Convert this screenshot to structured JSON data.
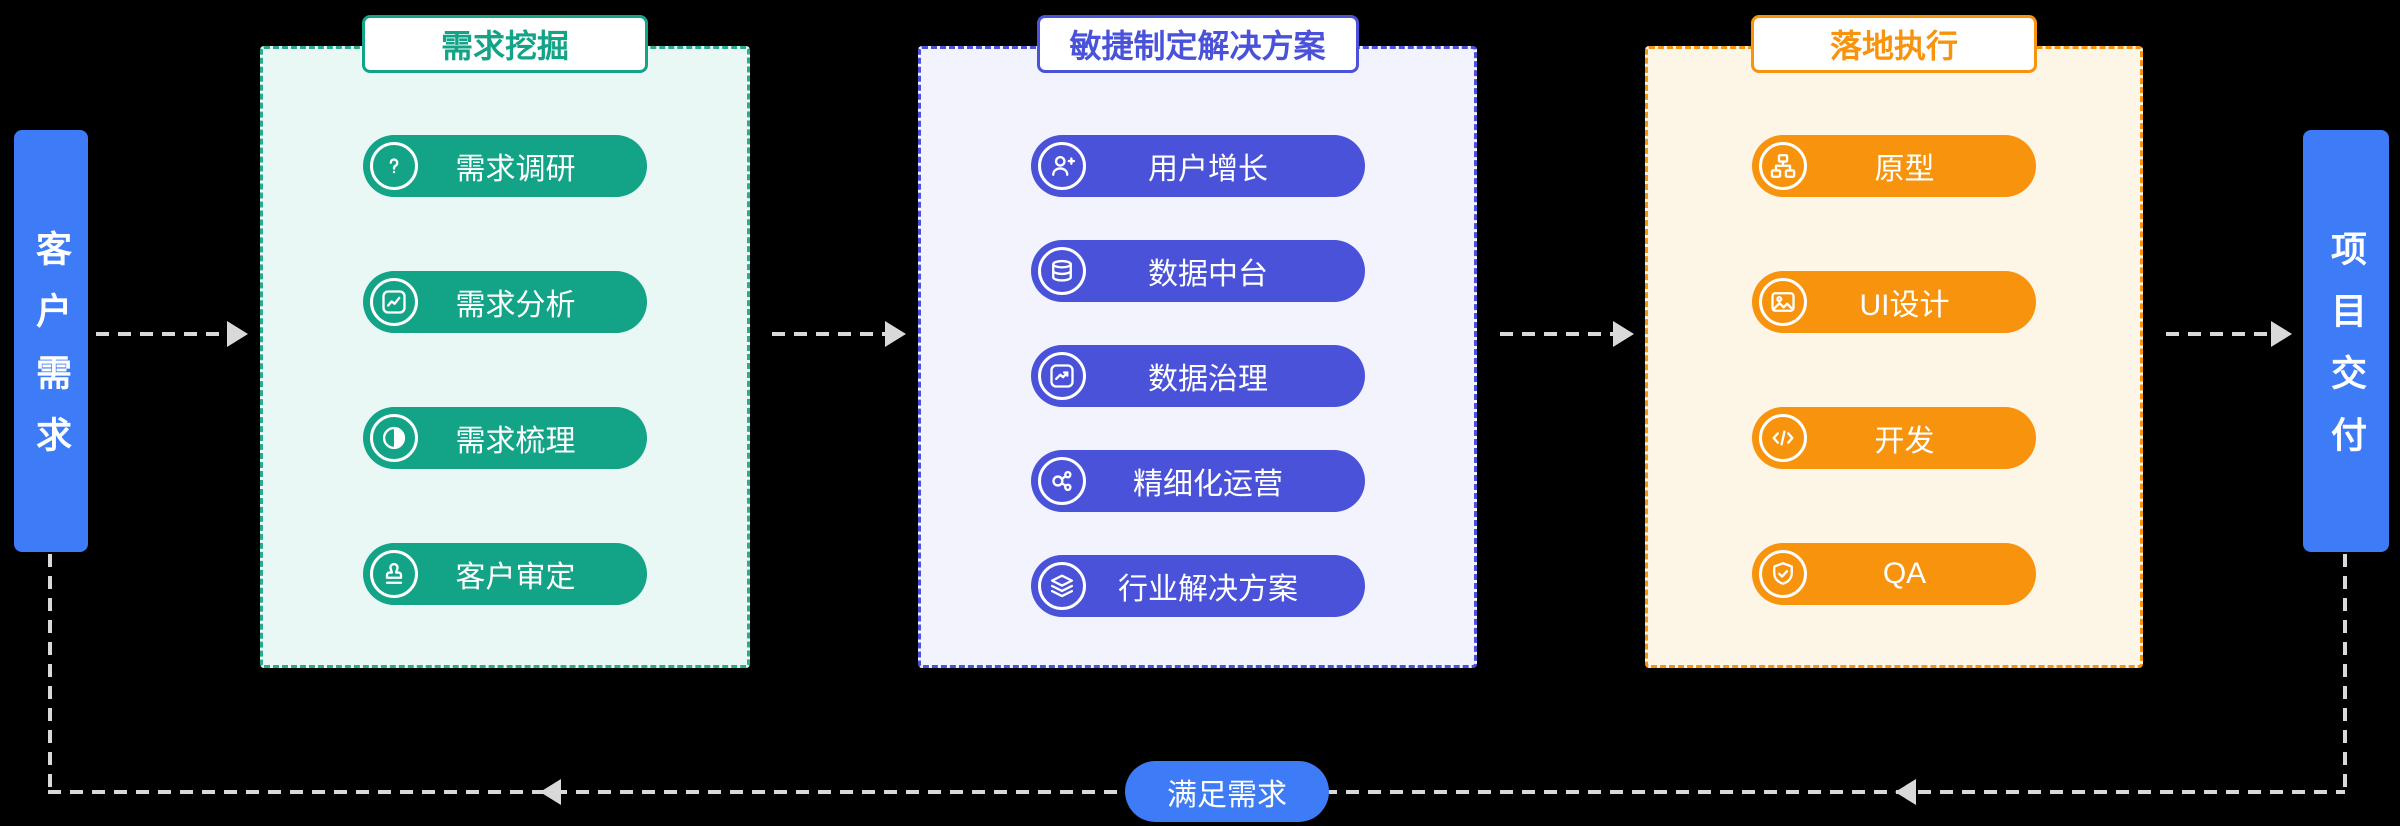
{
  "canvas": {
    "background": "#000000",
    "arrow_color": "#d9d9d9"
  },
  "left_node": {
    "label": "客户需求",
    "color": "#3d7bf7"
  },
  "right_node": {
    "label": "项目交付",
    "color": "#3d7bf7"
  },
  "panels": [
    {
      "title": "需求挖掘",
      "accent": "#13a487",
      "background": "#e9f8f4",
      "items": [
        {
          "label": "需求调研",
          "icon": "question-icon"
        },
        {
          "label": "需求分析",
          "icon": "line-chart-icon"
        },
        {
          "label": "需求梳理",
          "icon": "pie-chart-icon"
        },
        {
          "label": "客户审定",
          "icon": "stamp-icon"
        }
      ]
    },
    {
      "title": "敏捷制定解决方案",
      "accent": "#4a52d9",
      "background": "#f2f3fd",
      "items": [
        {
          "label": "用户增长",
          "icon": "user-plus-icon"
        },
        {
          "label": "数据中台",
          "icon": "database-icon"
        },
        {
          "label": "数据治理",
          "icon": "chart-arrow-icon"
        },
        {
          "label": "精细化运营",
          "icon": "network-icon"
        },
        {
          "label": "行业解决方案",
          "icon": "layers-icon"
        }
      ]
    },
    {
      "title": "落地执行",
      "accent": "#f7930d",
      "background": "#fdf5e6",
      "items": [
        {
          "label": "原型",
          "icon": "sitemap-icon"
        },
        {
          "label": "UI设计",
          "icon": "image-icon"
        },
        {
          "label": "开发",
          "icon": "code-icon"
        },
        {
          "label": "QA",
          "icon": "shield-check-icon"
        }
      ]
    }
  ],
  "feedback": {
    "label": "满足需求",
    "color": "#3d7bf7"
  }
}
